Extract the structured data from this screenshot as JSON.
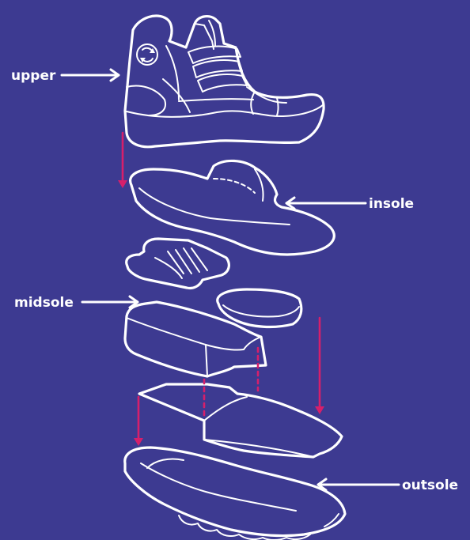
{
  "colors": {
    "background": "#3d3a91",
    "outline": "#ffffff",
    "arrow": "#d61f6b"
  },
  "labels": {
    "upper": "upper",
    "insole": "insole",
    "midsole": "midsole",
    "outsole": "outsole"
  },
  "icons": {
    "logo": "recycle-arrows-icon"
  }
}
